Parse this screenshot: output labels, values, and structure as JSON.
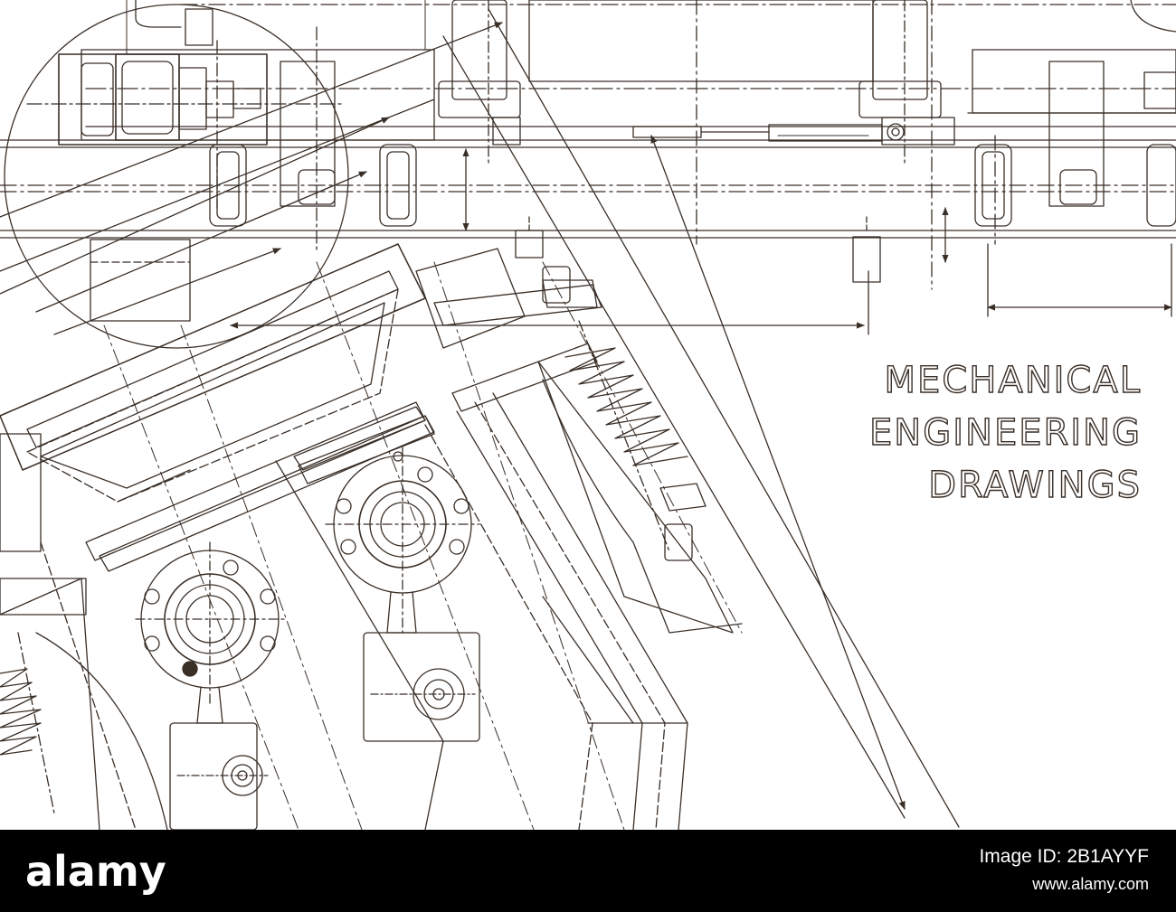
{
  "title_lines": [
    "MECHANICAL",
    "ENGINEERING",
    "DRAWINGS"
  ],
  "colors": {
    "line": "#3a2f27",
    "background": "#ffffff",
    "footer": "#000000",
    "footer_text": "#ffffff"
  },
  "watermark": {
    "logo": "alamy",
    "image_id": "Image ID: 2B1AYYF",
    "url": "www.alamy.com"
  }
}
